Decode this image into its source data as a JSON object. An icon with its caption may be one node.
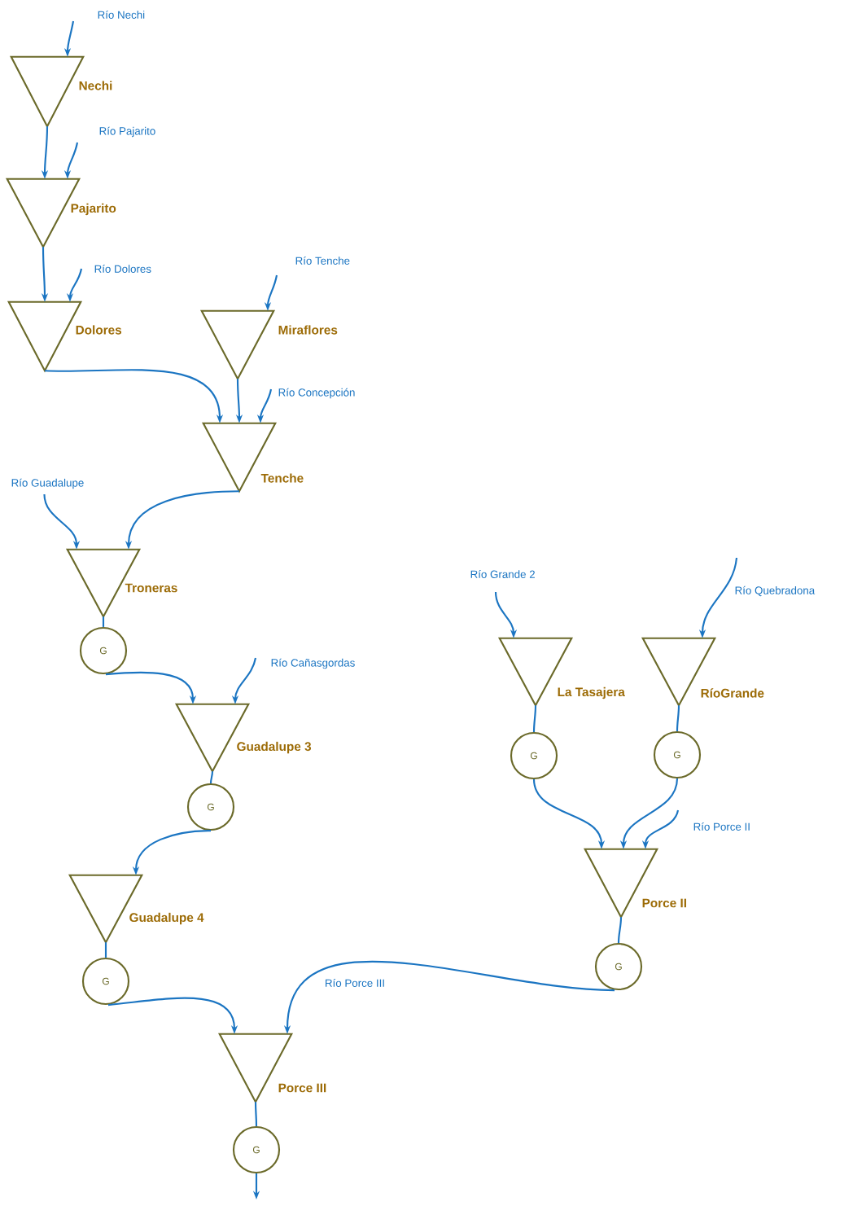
{
  "diagram": {
    "nodes": [
      {
        "text": [
          "Río Nechi"
        ]
      },
      {
        "text": [
          "Nechi"
        ]
      },
      {
        "text": [
          "Río Pajarito"
        ]
      },
      {
        "text": [
          "Pajarito"
        ]
      },
      {
        "text": [
          "Río Dolores"
        ]
      },
      {
        "text": [
          "Río Tenche"
        ]
      },
      {
        "text": [
          "Dolores"
        ]
      },
      {
        "text": [
          "Miraflores"
        ]
      },
      {
        "text": [
          "Río Concepción"
        ]
      },
      {
        "text": [
          "Tenche"
        ]
      },
      {
        "text": [
          "Río Guadalupe"
        ]
      },
      {
        "text": [
          "Troneras"
        ]
      },
      {
        "text": [
          "G"
        ]
      },
      {
        "text": [
          "Río Cañasgordas"
        ]
      },
      {
        "text": [
          "Río Grande 2"
        ]
      },
      {
        "text": [
          "Río Quebradona"
        ]
      },
      {
        "text": [
          "Guadalupe 3"
        ]
      },
      {
        "text": [
          "La Tasajera"
        ]
      },
      {
        "text": [
          "RíoGrande"
        ]
      },
      {
        "text": [
          "G"
        ]
      },
      {
        "text": [
          "G"
        ]
      },
      {
        "text": [
          "G"
        ]
      },
      {
        "text": [
          "Río Porce II"
        ]
      },
      {
        "text": [
          "Guadalupe 4"
        ]
      },
      {
        "text": [
          "Porce II"
        ]
      },
      {
        "text": [
          "G"
        ]
      },
      {
        "text": [
          "G"
        ]
      },
      {
        "text": [
          "Porce III"
        ]
      },
      {
        "text": [
          "G"
        ]
      }
    ],
    "edges": [
      {
        "from": 0,
        "to": 1,
        "arrow": "to"
      },
      {
        "from": 1,
        "to": 3,
        "arrow": "to"
      },
      {
        "from": 2,
        "to": 3,
        "arrow": "to"
      },
      {
        "from": 3,
        "to": 6,
        "arrow": "to"
      },
      {
        "from": 4,
        "to": 6,
        "arrow": "to"
      },
      {
        "from": 5,
        "to": 7,
        "arrow": "to"
      },
      {
        "from": 6,
        "to": 9,
        "arrow": "to"
      },
      {
        "from": 7,
        "to": 9,
        "arrow": "to"
      },
      {
        "from": 8,
        "to": 9,
        "arrow": "to"
      },
      {
        "from": 9,
        "to": 11,
        "arrow": "to"
      },
      {
        "from": 10,
        "to": 11,
        "arrow": "to"
      },
      {
        "from": 11,
        "to": 12,
        "arrow": "none"
      },
      {
        "from": 12,
        "to": 16,
        "arrow": "to"
      },
      {
        "from": 13,
        "to": 16,
        "arrow": "to"
      },
      {
        "from": 16,
        "to": 21,
        "arrow": "none"
      },
      {
        "from": 21,
        "to": 23,
        "arrow": "to"
      },
      {
        "from": 23,
        "to": 25,
        "arrow": "none"
      },
      {
        "from": 25,
        "to": 27,
        "arrow": "to"
      },
      {
        "from": 26,
        "to": 27,
        "arrow": "to",
        "label": "Río Porce III"
      },
      {
        "from": 14,
        "to": 17,
        "arrow": "to"
      },
      {
        "from": 15,
        "to": 18,
        "arrow": "to"
      },
      {
        "from": 17,
        "to": 19,
        "arrow": "none"
      },
      {
        "from": 18,
        "to": 20,
        "arrow": "none"
      },
      {
        "from": 19,
        "to": 24,
        "arrow": "to"
      },
      {
        "from": 20,
        "to": 24,
        "arrow": "to"
      },
      {
        "from": 22,
        "to": 24,
        "arrow": "to"
      },
      {
        "from": 24,
        "to": 26,
        "arrow": "none"
      },
      {
        "from": 27,
        "to": 28,
        "arrow": "none"
      },
      {
        "from": 28,
        "to": null,
        "arrow": "to"
      }
    ]
  }
}
